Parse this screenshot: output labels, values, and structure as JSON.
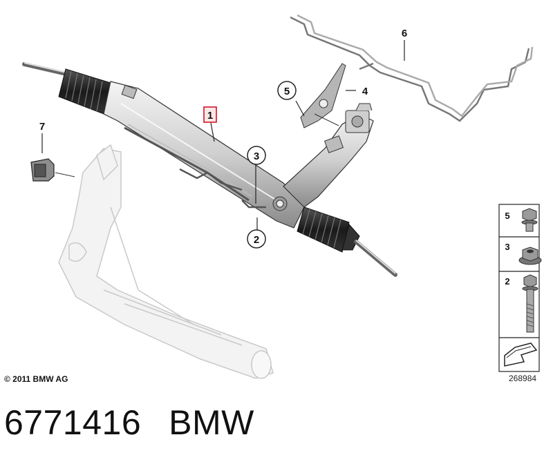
{
  "callouts": {
    "c1": "1",
    "c2": "2",
    "c3": "3",
    "c4": "4",
    "c5": "5",
    "c6": "6",
    "c7": "7"
  },
  "hardware_legend": {
    "row1": "5",
    "row2": "3",
    "row3": "2"
  },
  "copyright": "© 2011 BMW AG",
  "diagram_number": "268984",
  "caption": {
    "part_number": "6771416",
    "brand": "BMW"
  },
  "colors": {
    "highlight": "#d0021b",
    "line": "#222222",
    "ghost": "#c8c8c8"
  }
}
